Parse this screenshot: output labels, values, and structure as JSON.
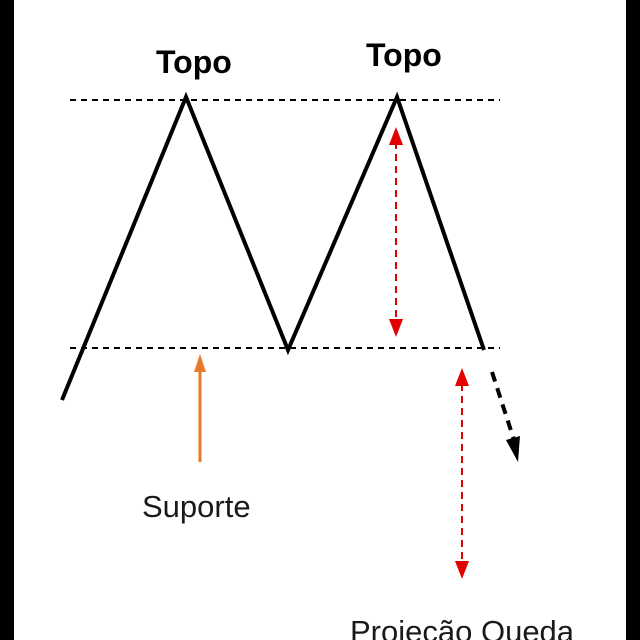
{
  "labels": {
    "top_left": "Topo",
    "top_right": "Topo",
    "support": "Suporte",
    "projection": "Projeção Queda"
  },
  "icons": {
    "support_arrow": "up-arrow-icon",
    "height_arrow": "double-headed-arrow-icon",
    "projection_arrow": "double-headed-arrow-icon",
    "continuation_arrow": "down-right-arrow-icon"
  },
  "colors": {
    "background": "#ffffff",
    "frame": "#000000",
    "price_line": "#000000",
    "dashed_level": "#000000",
    "support_arrow": "#e8782a",
    "measure_arrows": "#e30000"
  }
}
